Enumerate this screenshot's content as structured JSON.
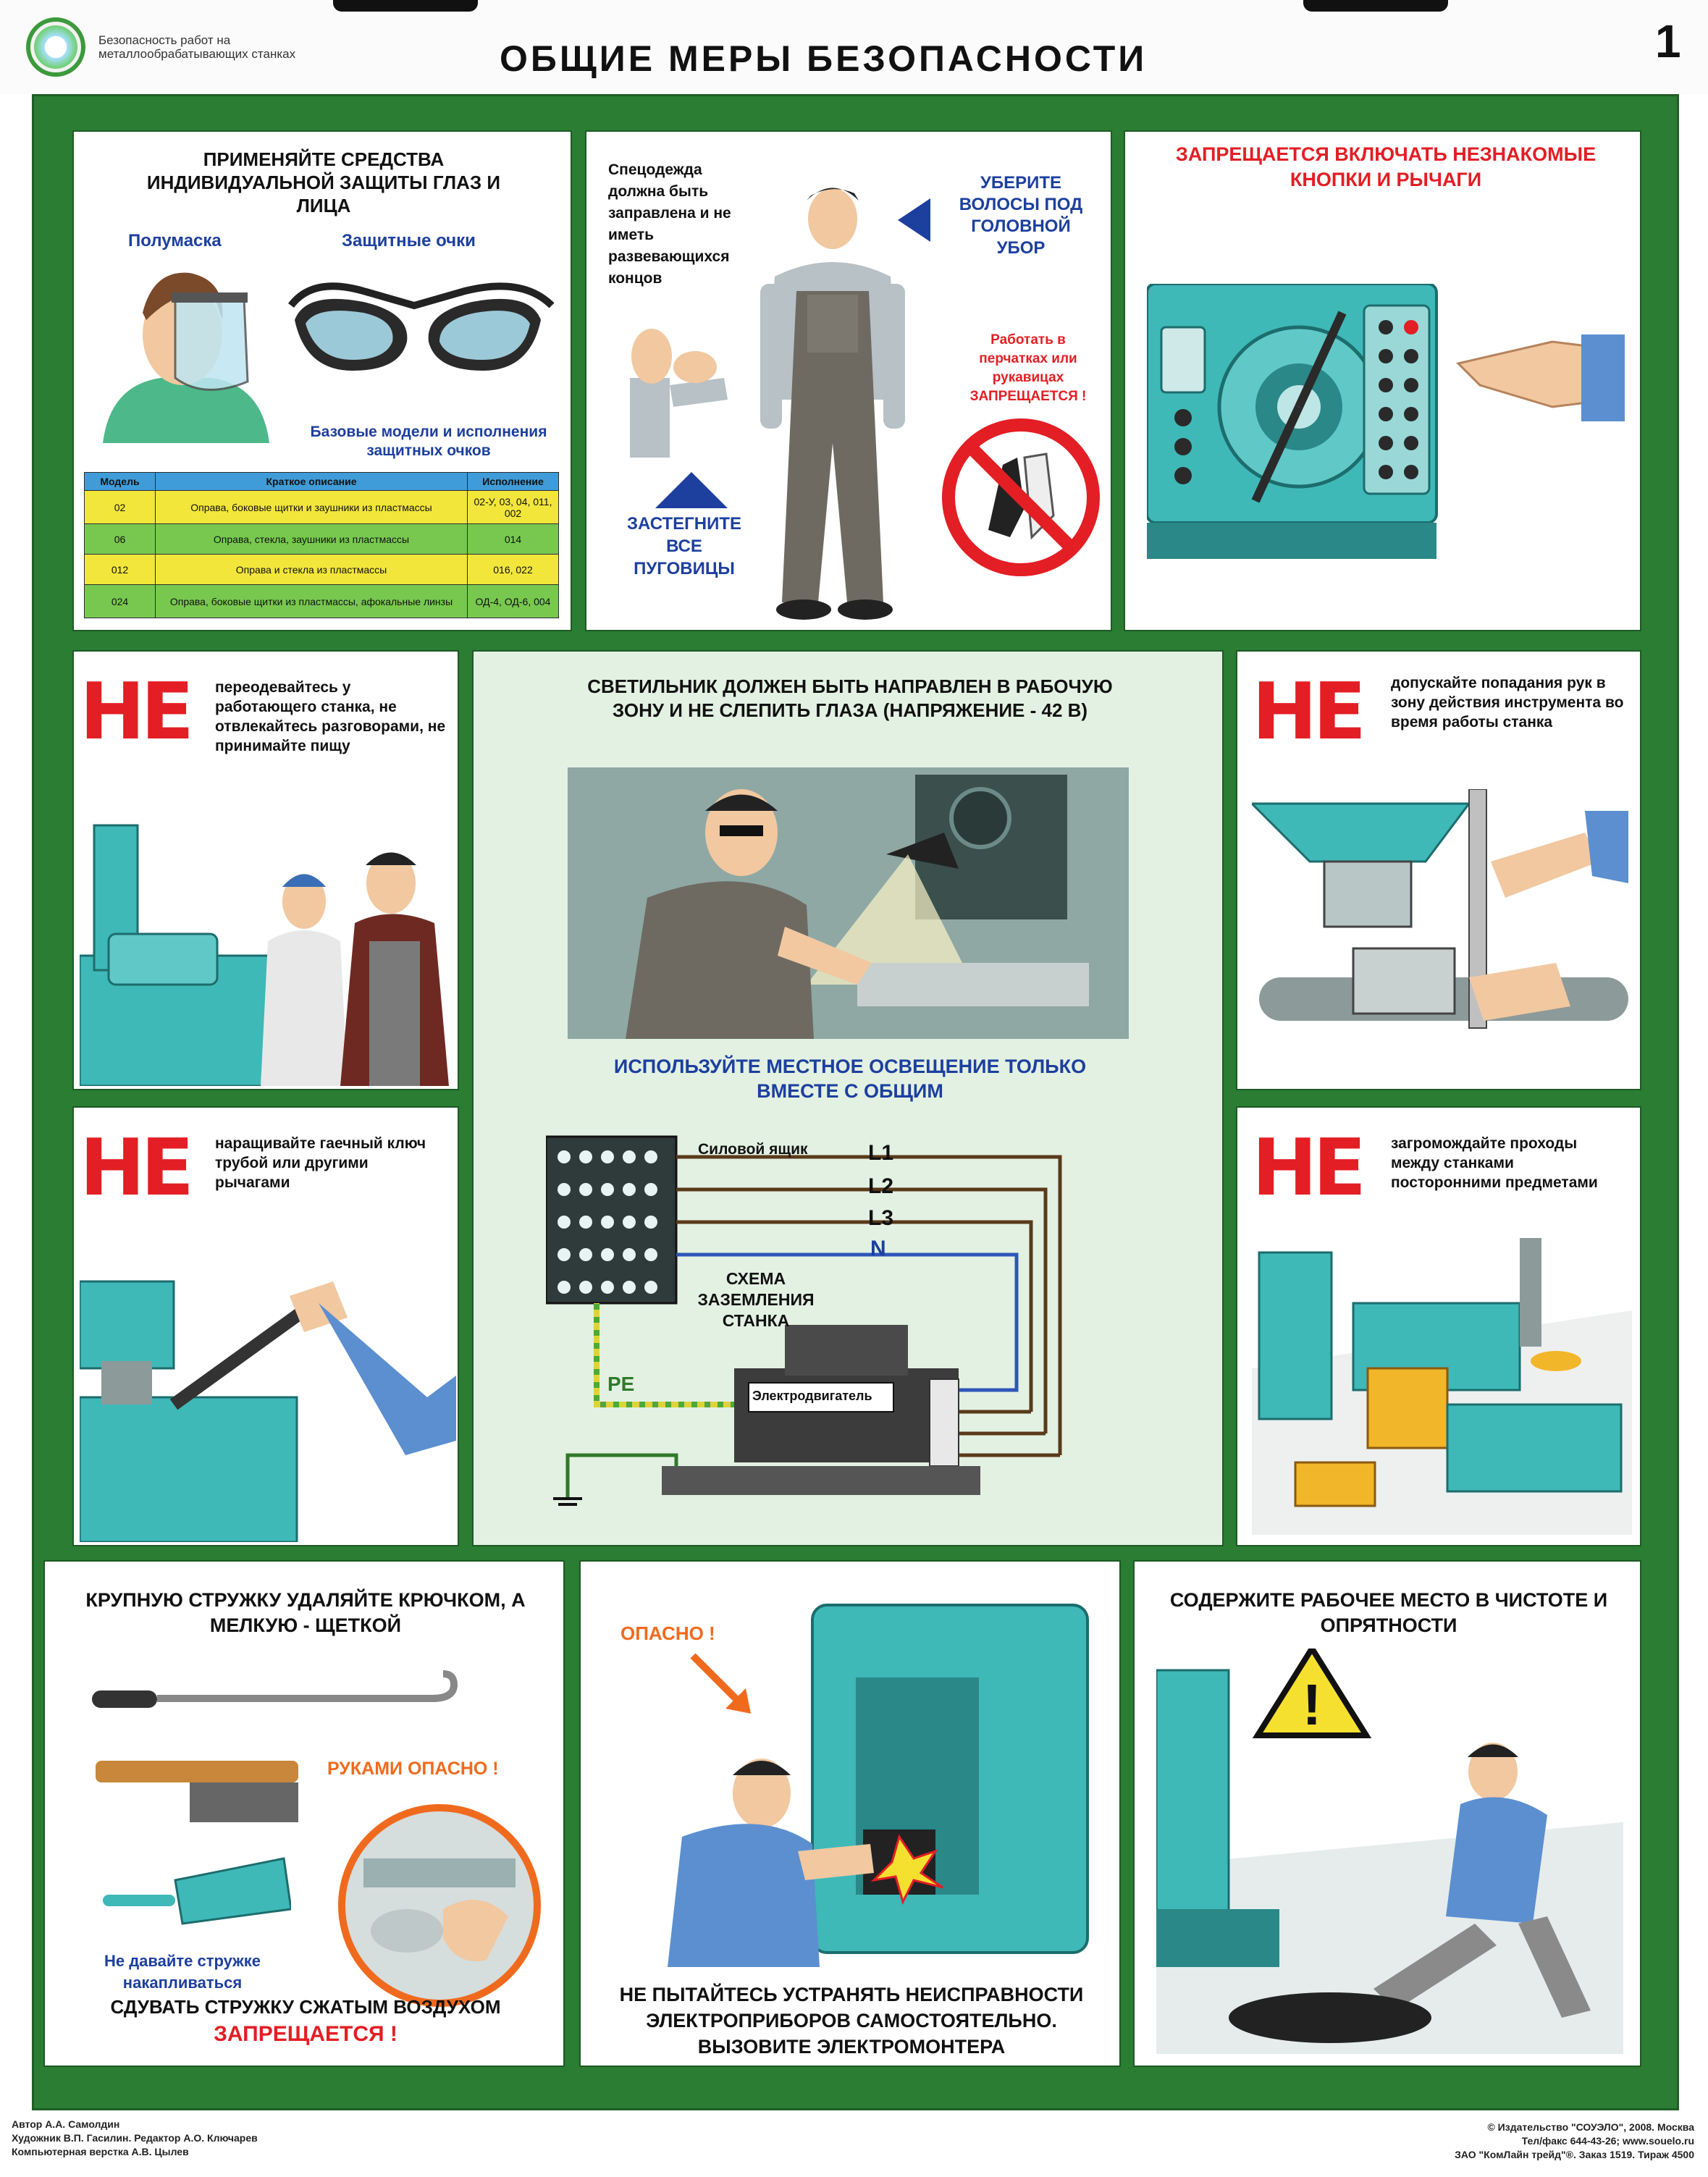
{
  "header": {
    "series": "Безопасность работ на металлообрабатывающих станках",
    "title": "ОБЩИЕ МЕРЫ БЕЗОПАСНОСТИ",
    "page_number": "1"
  },
  "panel1": {
    "heading": "ПРИМЕНЯЙТЕ СРЕДСТВА ИНДИВИДУАЛЬНОЙ ЗАЩИТЫ ГЛАЗ И ЛИЦА",
    "label_halfmask": "Полумаска",
    "label_goggles": "Защитные очки",
    "caption": "Базовые модели и исполнения защитных очков",
    "table_headers": [
      "Модель",
      "Краткое описание",
      "Исполнение"
    ],
    "table_rows": [
      {
        "model": "02",
        "desc": "Оправа, боковые щитки и заушники из пластмассы",
        "version": "02-У, 03, 04, 011, 002",
        "color": "#f2e63b"
      },
      {
        "model": "06",
        "desc": "Оправа, стекла, заушники из пластмассы",
        "version": "014",
        "color": "#78c850"
      },
      {
        "model": "012",
        "desc": "Оправа и стекла из пластмассы",
        "version": "016, 022",
        "color": "#f2e63b"
      },
      {
        "model": "024",
        "desc": "Оправа, боковые щитки из пластмассы, афокальные линзы",
        "version": "ОД-4, ОД-6, 004",
        "color": "#78c850"
      }
    ]
  },
  "panel2": {
    "text_clothing": "Спецодежда должна быть заправлена и не иметь развевающихся концов",
    "text_hair": "УБЕРИТЕ ВОЛОСЫ ПОД ГОЛОВНОЙ УБОР",
    "text_gloves": "Работать в перчатках или рукавицах ЗАПРЕЩАЕТСЯ !",
    "text_buttons": "ЗАСТЕГНИТЕ ВСЕ ПУГОВИЦЫ"
  },
  "panel3": {
    "heading": "ЗАПРЕЩАЕТСЯ ВКЛЮЧАТЬ НЕЗНАКОМЫЕ КНОПКИ И РЫЧАГИ"
  },
  "panel4": {
    "ne": "НЕ",
    "text": "переодевайтесь у работающего станка, не отвлекайтесь разговорами, не принимайте пищу"
  },
  "panel5": {
    "heading": "СВЕТИЛЬНИК ДОЛЖЕН БЫТЬ НАПРАВЛЕН В РАБОЧУЮ ЗОНУ И НЕ СЛЕПИТЬ ГЛАЗА (НАПРЯЖЕНИЕ - 42 В)",
    "subheading": "ИСПОЛЬЗУЙТЕ МЕСТНОЕ ОСВЕЩЕНИЕ ТОЛЬКО ВМЕСТЕ С ОБЩИМ",
    "label_box": "Силовой ящик",
    "label_l1": "L1",
    "label_l2": "L2",
    "label_l3": "L3",
    "label_n": "N",
    "label_scheme": "СХЕМА ЗАЗЕМЛЕНИЯ СТАНКА",
    "label_pe": "PE",
    "label_motor": "Электродвигатель"
  },
  "panel6": {
    "ne": "НЕ",
    "text": "допускайте попадания рук в зону действия инструмента во время работы станка"
  },
  "panel7": {
    "ne": "НЕ",
    "text": "наращивайте гаечный ключ трубой или другими рычагами"
  },
  "panel8": {
    "ne": "НЕ",
    "text": "загромождайте проходы между станками посторонними предметами"
  },
  "panel9": {
    "heading": "КРУПНУЮ СТРУЖКУ УДАЛЯЙТЕ КРЮЧКОМ, А МЕЛКУЮ - ЩЕТКОЙ",
    "hands_warning": "РУКАМИ ОПАСНО !",
    "accumulate": "Не давайте стружке накапливаться",
    "air_line1": "СДУВАТЬ СТРУЖКУ СЖАТЫМ ВОЗДУХОМ",
    "air_line2": "ЗАПРЕЩАЕТСЯ !"
  },
  "panel10": {
    "danger": "ОПАСНО !",
    "text": "НЕ ПЫТАЙТЕСЬ УСТРАНЯТЬ НЕИСПРАВНОСТИ ЭЛЕКТРОПРИБОРОВ САМОСТОЯТЕЛЬНО. ВЫЗОВИТЕ ЭЛЕКТРОМОНТЕРА"
  },
  "panel11": {
    "heading": "СОДЕРЖИТЕ РАБОЧЕЕ МЕСТО В ЧИСТОТЕ И ОПРЯТНОСТИ"
  },
  "footer": {
    "author": "Автор А.А. Самолдин",
    "artist": "Художник В.П. Гасилин. Редактор А.О. Ключарев",
    "layout": "Компьютерная верстка А.В. Цылев",
    "publisher": "© Издательство \"СОУЭЛО\", 2008. Москва",
    "contacts": "Тел/факс 644-43-26; www.souelo.ru",
    "order": "ЗАО \"КомЛайн трейд\"®. Заказ 1519. Тираж 4500"
  },
  "colors": {
    "frame_green": "#2a7d33",
    "red": "#e31e24",
    "blue": "#1d3f9e",
    "orange": "#f06a1e",
    "machine_teal": "#3fb8b8"
  }
}
